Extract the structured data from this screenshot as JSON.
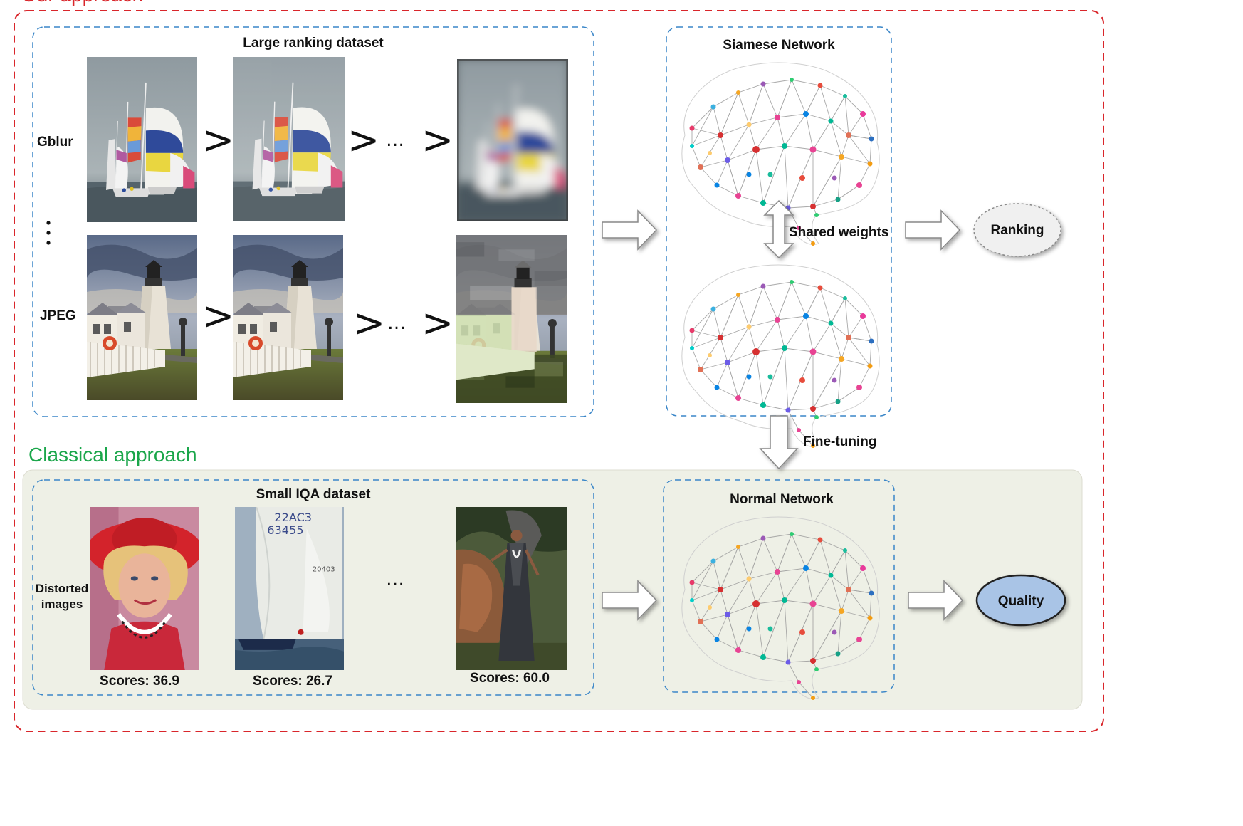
{
  "our_approach": {
    "title": "Our approach"
  },
  "ranking_panel": {
    "title": "Large ranking dataset",
    "rows": [
      {
        "label": "Gblur"
      },
      {
        "label": "JPEG"
      }
    ],
    "ellipsis": "⋮",
    "gt": ">",
    "dots": "…"
  },
  "siamese": {
    "title": "Siamese Network",
    "shared_label": "Shared weights",
    "output": "Ranking"
  },
  "finetune": {
    "label": "Fine-tuning"
  },
  "classical": {
    "title": "Classical approach",
    "dataset_title": "Small IQA dataset",
    "row_label_line1": "Distorted",
    "row_label_line2": "images",
    "dots": "…",
    "scores": [
      "Scores: 36.9",
      "Scores: 26.7",
      "Scores: 60.0"
    ]
  },
  "normal": {
    "title": "Normal Network",
    "output": "Quality"
  },
  "colors": {
    "our_border": "#d9262b",
    "panel_border": "#3a86c8",
    "classical_bg": "#eef0e6",
    "classical_title": "#1aa64a",
    "quality_fill": "#a9c4e6",
    "ranking_fill": "#f0f0f0"
  }
}
